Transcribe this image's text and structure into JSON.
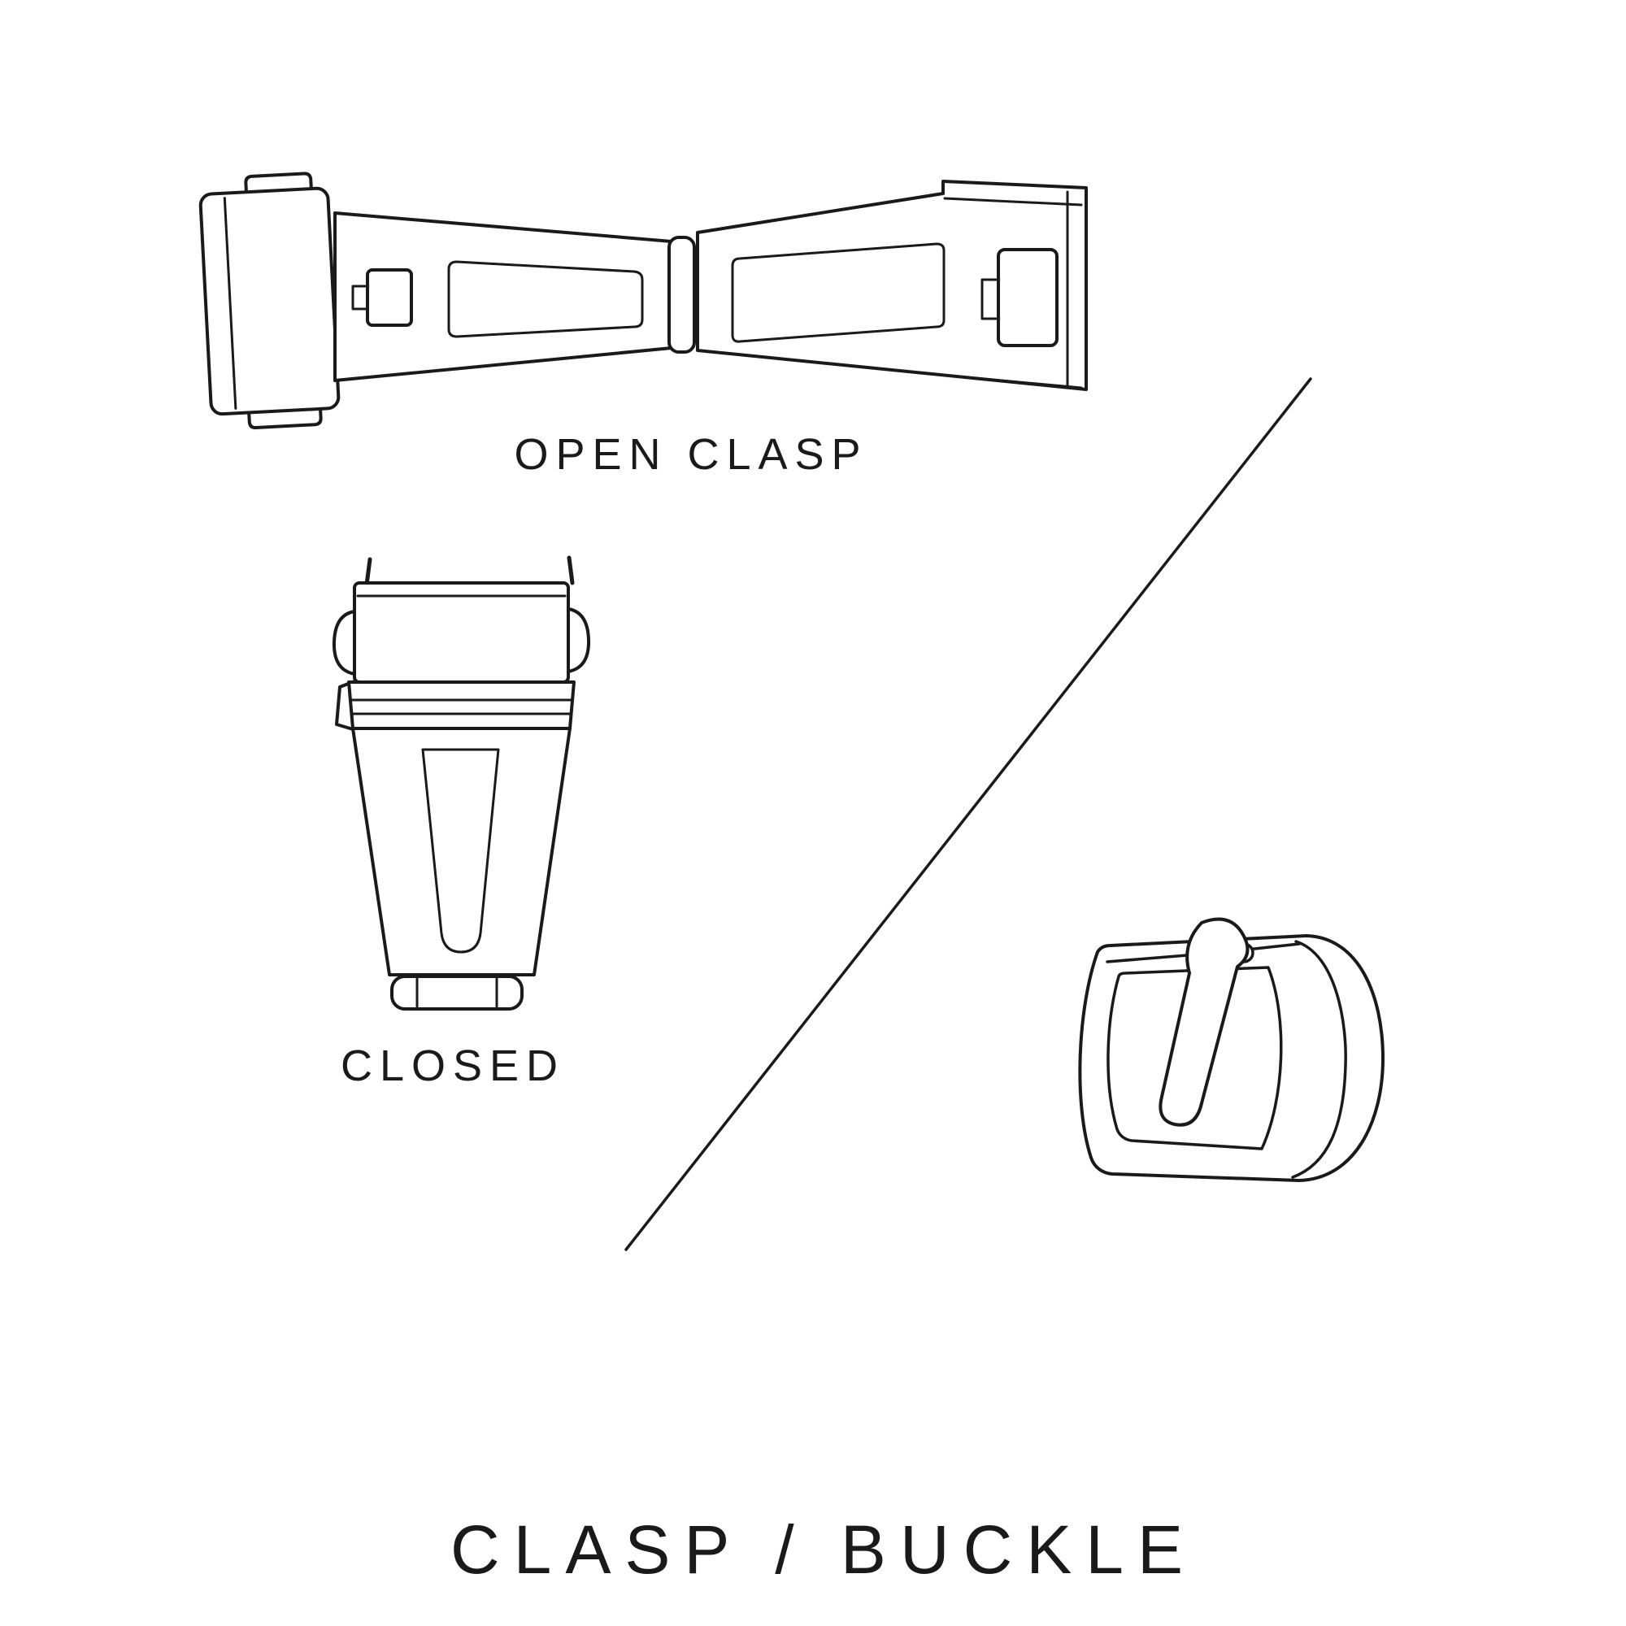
{
  "canvas": {
    "background": "#ffffff",
    "line_color": "#1a1a1a"
  },
  "labels": {
    "open_clasp": "OPEN CLASP",
    "closed": "CLOSED",
    "title": "CLASP / BUCKLE"
  },
  "illustrations": {
    "open_clasp": "open-clasp-illustration",
    "closed_clasp": "closed-clasp-illustration",
    "buckle": "tang-buckle-illustration",
    "divider": "diagonal-divider-line"
  }
}
